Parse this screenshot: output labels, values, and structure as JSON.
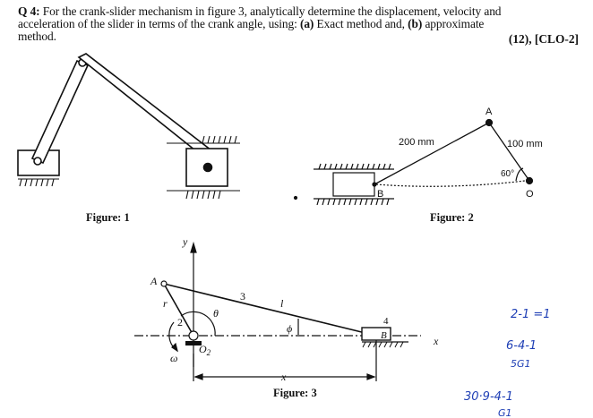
{
  "question": {
    "number": "Q 4:",
    "line1": "For the crank-slider mechanism in figure 3, analytically determine the displacement, velocity and",
    "line2_pre": "acceleration of the slider in terms of the crank angle, using: ",
    "part_a": "(a)",
    "part_a_text": " Exact method and, ",
    "part_b": "(b)",
    "part_b_text": " approximate",
    "line3": "method.",
    "marks": "(12), [CLO-2]"
  },
  "figure1": {
    "caption": "Figure: 1"
  },
  "figure2": {
    "caption": "Figure: 2",
    "label_A": "A",
    "label_B": "B",
    "label_O": "O",
    "len_AB": "200 mm",
    "len_OA": "100 mm",
    "angle": "60°"
  },
  "figure3": {
    "caption": "Figure: 3",
    "label_y": "y",
    "label_A": "A",
    "label_r": "r",
    "label_3": "3",
    "label_l": "l",
    "label_2": "2",
    "label_theta": "θ",
    "label_phi": "ϕ",
    "label_4": "4",
    "label_B": "B",
    "label_O2": "O",
    "label_O2_sub": "2",
    "label_omega": "ω",
    "label_x_axis": "x",
    "label_x_dim": "x"
  },
  "handwriting": {
    "line1": "2-1 =1",
    "line2": "6-4-1",
    "line3": "5G1",
    "line4": "30·9-4-1",
    "line5": "G1"
  }
}
